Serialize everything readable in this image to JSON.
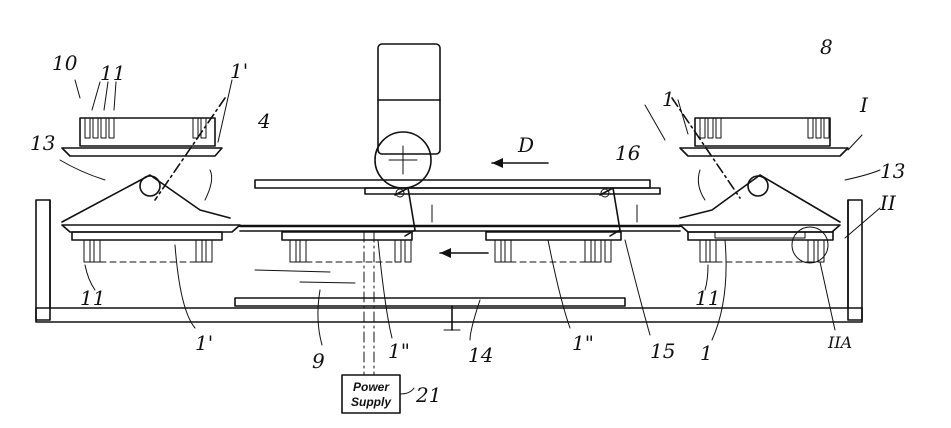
{
  "labels": {
    "l10": "10",
    "l11_top": "11",
    "l1p_top": "1'",
    "l13_left": "13",
    "l4": "4",
    "lD": "D",
    "l16": "16",
    "l1_top": "1",
    "l8": "8",
    "lI": "I",
    "l13_right": "13",
    "lII": "II",
    "l11_left": "11",
    "l1p_bottom": "1'",
    "l9": "9",
    "l1pp_left": "1\"",
    "l14": "14",
    "l1pp_right": "1\"",
    "l15": "15",
    "l1_bottom": "1",
    "l11_right": "11",
    "lIIA": "IIA",
    "l21": "21"
  },
  "power_supply": {
    "line1": "Power",
    "line2": "Supply"
  }
}
